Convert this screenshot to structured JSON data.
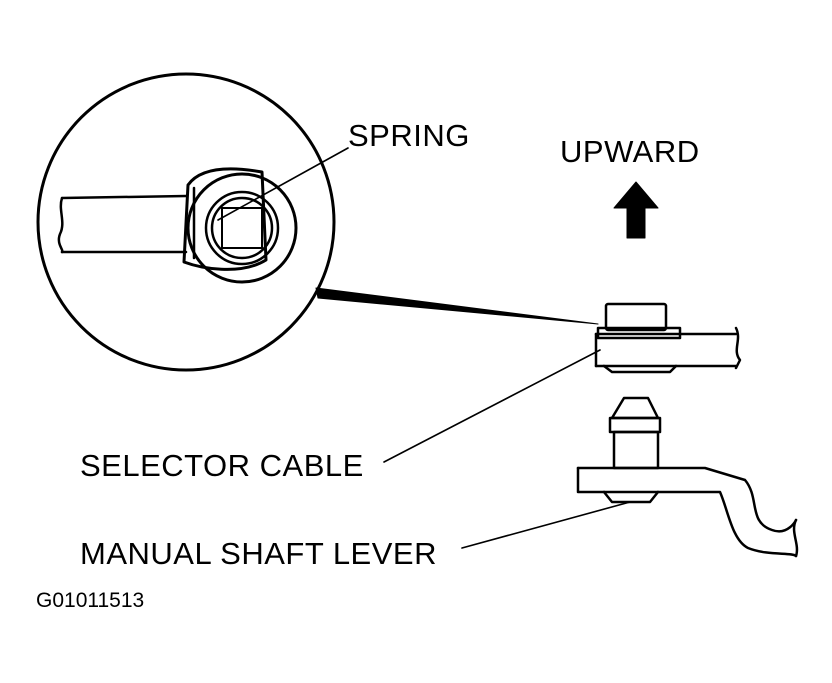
{
  "diagram": {
    "labels": {
      "spring": "SPRING",
      "upward": "UPWARD",
      "selector_cable": "SELECTOR CABLE",
      "manual_shaft_lever": "MANUAL SHAFT LEVER",
      "figure_id": "G01011513"
    },
    "colors": {
      "ink": "#000000",
      "paper": "#ffffff"
    }
  }
}
